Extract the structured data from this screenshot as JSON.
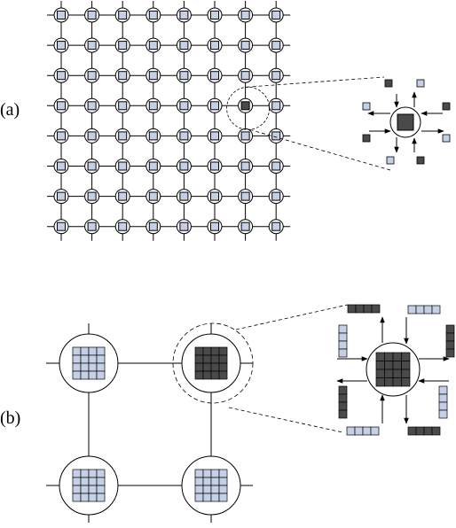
{
  "panels": [
    {
      "label": "(a)"
    },
    {
      "label": "(b)"
    }
  ],
  "colors": {
    "light_cell": "#c5d0e6",
    "dark_cell": "#4a4a4a",
    "stroke": "#000000",
    "background": "#ffffff"
  },
  "lattice_a": {
    "rows": 8,
    "cols": 8,
    "highlight_row": 3,
    "highlight_col": 6
  },
  "lattice_b": {
    "rows": 2,
    "cols": 2,
    "highlight_row": 0,
    "highlight_col": 1,
    "subgrid": 4
  }
}
